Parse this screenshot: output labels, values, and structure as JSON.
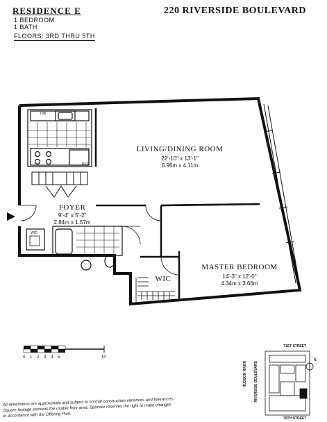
{
  "header": {
    "residence": "RESIDENCE E",
    "bedrooms": "1  BEDROOM",
    "baths": "1  BATH",
    "floors": "FLOORS: 3RD THRU 5TH",
    "address": "220 RIVERSIDE BOULEVARD"
  },
  "rooms": {
    "living": {
      "name": "LIVING/DINING ROOM",
      "dim_imperial": "22'-10\" x 13'-1\"",
      "dim_metric": "6.96m x 4.11m"
    },
    "foyer": {
      "name": "FOYER",
      "dim_imperial": "9'-4\" x 5'-2\"",
      "dim_metric": "2.84m x 1.57m"
    },
    "master": {
      "name": "MASTER BEDROOM",
      "dim_imperial": "14'-3\" x 12'-0\"",
      "dim_metric": "4.34m x 3.66m"
    },
    "wic": {
      "name": "WIC"
    }
  },
  "fixtures": {
    "dishwasher": "DW",
    "refrigerator": "REF",
    "washer_dryer": "W/D"
  },
  "scale": {
    "ticks": [
      "0",
      "1",
      "2",
      "3",
      "4",
      "5",
      "10"
    ]
  },
  "keyplan": {
    "street_top": "71ST STREET",
    "street_bottom": "70TH STREET",
    "river": "HUDSON RIVER",
    "blvd": "RIVERSIDE BOULEVARD",
    "north": "N"
  },
  "footer": {
    "line1": "All dimensions are approximate and subject to normal construction variances and tolerances.",
    "line2": "Square footage exceeds the usable floor area. Sponsor reserves the right to make changes",
    "line3": "in accordance with the Offering Plan."
  },
  "colors": {
    "ink": "#111111",
    "paper": "#ffffff",
    "tile": "#333333"
  }
}
